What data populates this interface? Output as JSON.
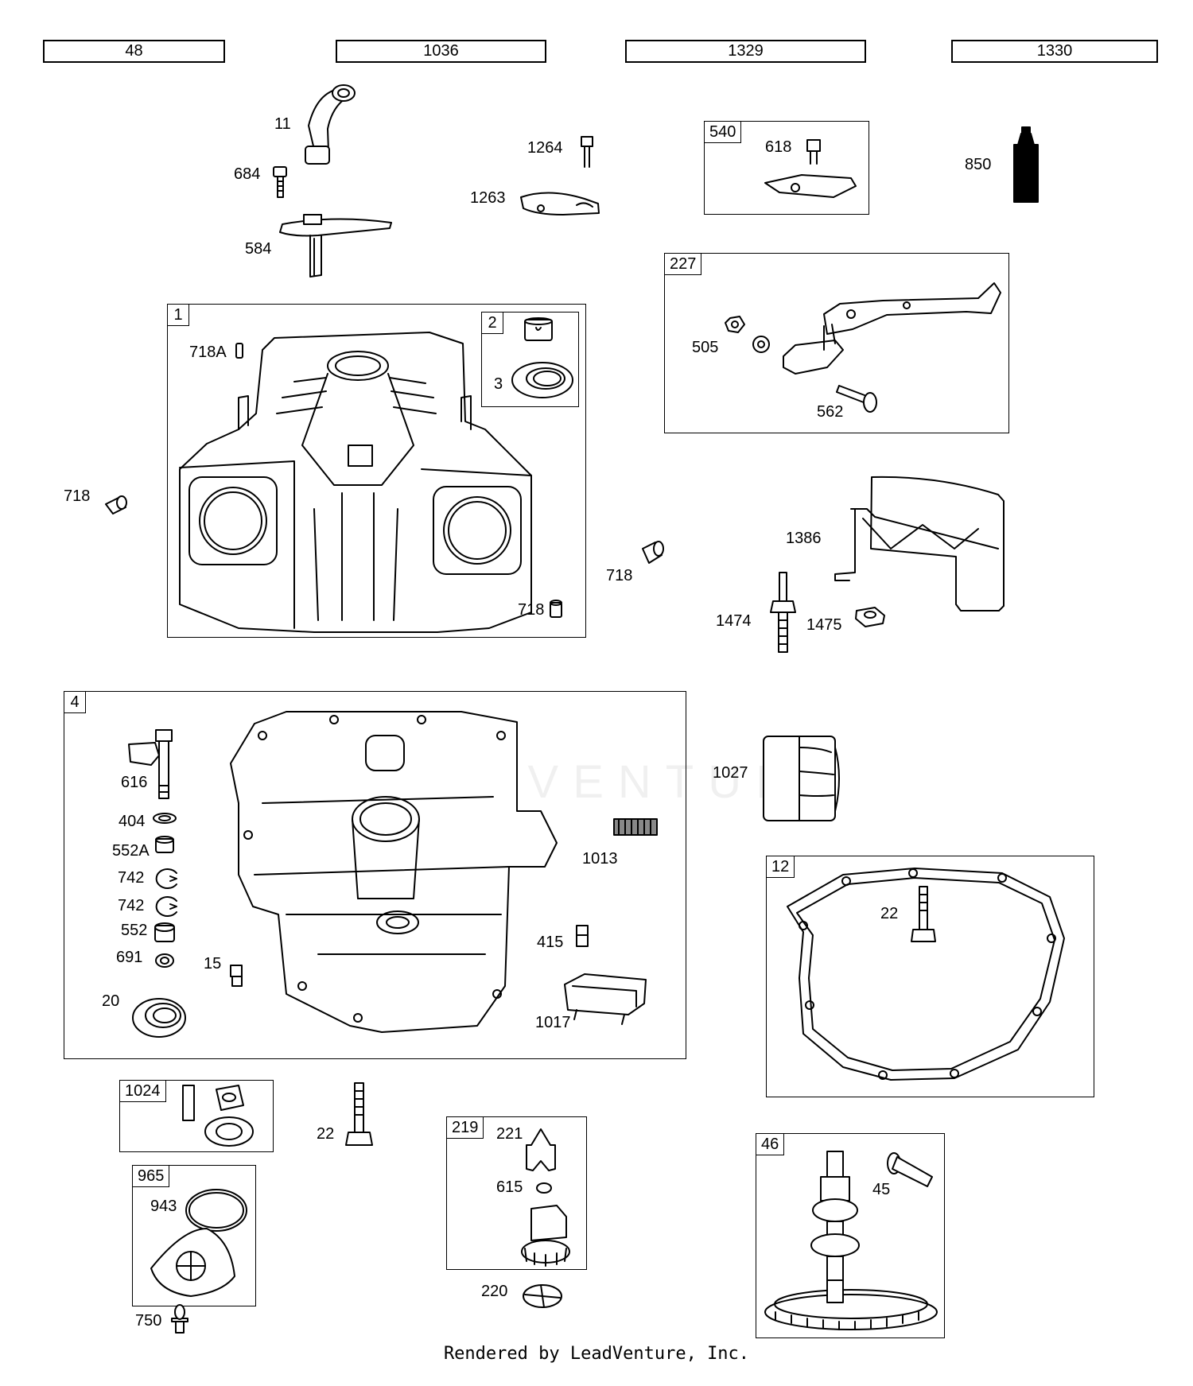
{
  "headers": [
    "48",
    "1036",
    "1329",
    "1330"
  ],
  "boxes": {
    "b1": "1",
    "b2": "2",
    "b4": "4",
    "b12": "12",
    "b46": "46",
    "b219": "219",
    "b227": "227",
    "b540": "540",
    "b965": "965",
    "b1024": "1024"
  },
  "labels": {
    "p11": "11",
    "p684": "684",
    "p584": "584",
    "p1264": "1264",
    "p1263": "1263",
    "p618": "618",
    "p850": "850",
    "p505": "505",
    "p562": "562",
    "p718a": "718A",
    "p3": "3",
    "p718_left": "718",
    "p718_mid": "718",
    "p718_in": "718",
    "p1386": "1386",
    "p1474": "1474",
    "p1475": "1475",
    "p616": "616",
    "p404": "404",
    "p552a": "552A",
    "p742a": "742",
    "p742b": "742",
    "p552": "552",
    "p691": "691",
    "p15": "15",
    "p20": "20",
    "p1013": "1013",
    "p415": "415",
    "p1017": "1017",
    "p1027": "1027",
    "p22_gasket": "22",
    "p22_bolt": "22",
    "p221": "221",
    "p615": "615",
    "p220": "220",
    "p943": "943",
    "p750": "750",
    "p45": "45"
  },
  "watermark": "LEADVENTURE",
  "footer": "Rendered by LeadVenture, Inc."
}
